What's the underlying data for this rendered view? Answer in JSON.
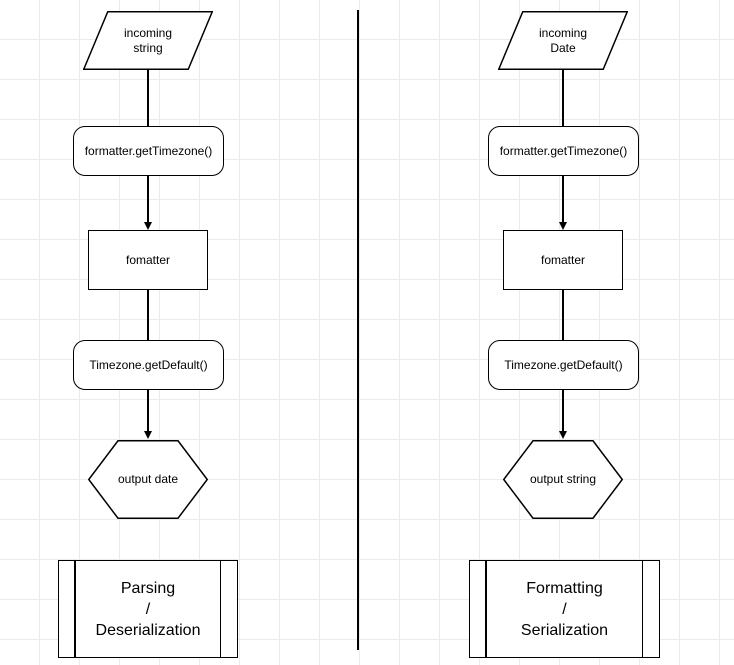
{
  "colors": {
    "background": "#ffffff",
    "grid_line": "#ebebeb",
    "shape_stroke": "#000000",
    "shape_fill": "#ffffff",
    "text": "#000000"
  },
  "left_flow": {
    "input_label": "incoming\nstring",
    "step1_label": "formatter.getTimezone()",
    "step2_label": "fomatter",
    "step3_label": "Timezone.getDefault()",
    "output_label": "output date",
    "process_label": "Parsing\n/\nDeserialization"
  },
  "right_flow": {
    "input_label": "incoming\nDate",
    "step1_label": "formatter.getTimezone()",
    "step2_label": "fomatter",
    "step3_label": "Timezone.getDefault()",
    "output_label": "output string",
    "process_label": "Formatting\n/\nSerialization"
  }
}
